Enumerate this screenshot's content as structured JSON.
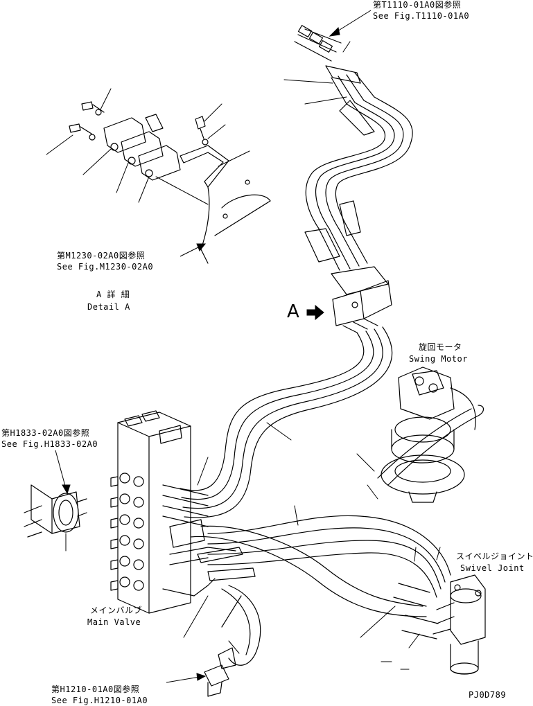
{
  "callouts": {
    "t1110_jp": "第T1110-01A0図参照",
    "t1110_en": "See Fig.T1110-01A0",
    "m1230_jp": "第M1230-02A0図参照",
    "m1230_en": "See Fig.M1230-02A0",
    "h1833_jp": "第H1833-02A0図参照",
    "h1833_en": "See Fig.H1833-02A0",
    "h1210_jp": "第H1210-01A0図参照",
    "h1210_en": "See Fig.H1210-01A0"
  },
  "detail": {
    "jp": "A 詳 細",
    "en": "Detail A",
    "marker": "A"
  },
  "components": {
    "swing_motor_jp": "旋回モータ",
    "swing_motor_en": "Swing Motor",
    "swivel_joint_jp": "スイベルジョイント",
    "swivel_joint_en": "Swivel Joint",
    "main_valve_jp": "メインバルブ",
    "main_valve_en": "Main Valve"
  },
  "drawing_number": "PJ0D789"
}
